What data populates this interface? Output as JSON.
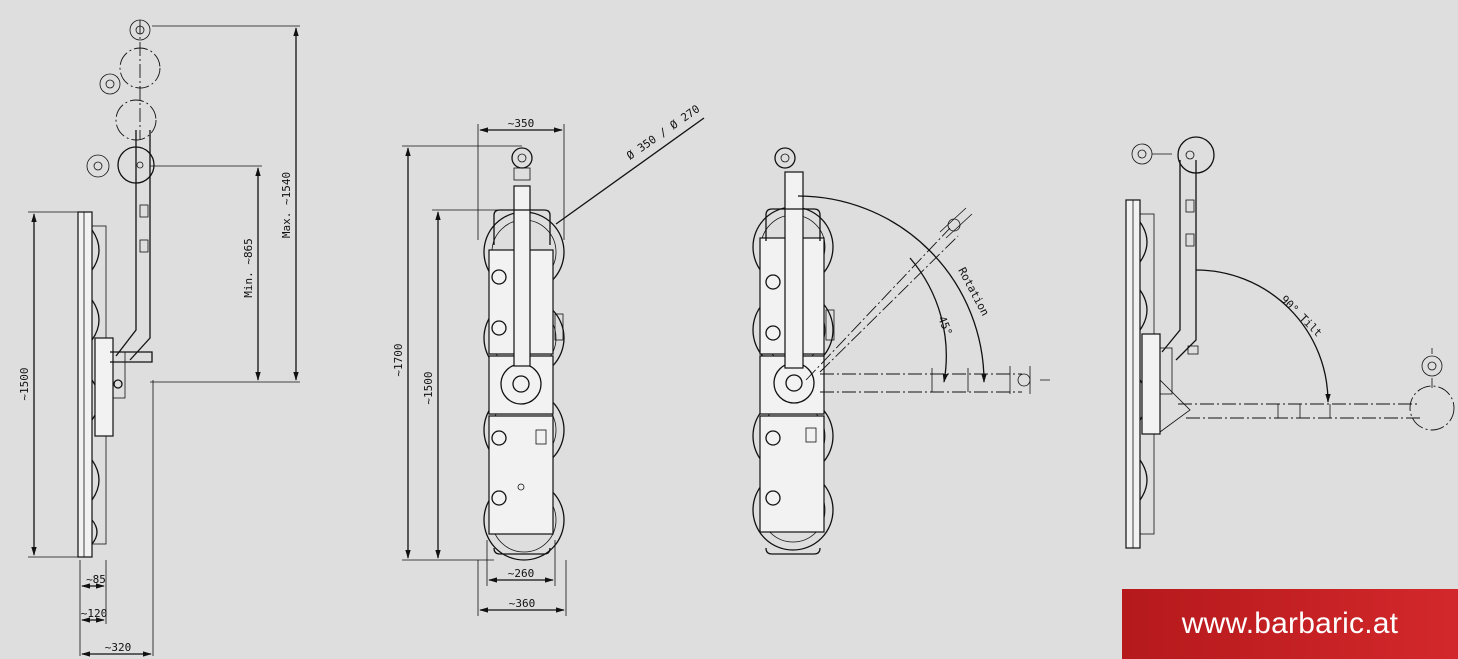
{
  "view1": {
    "max": "Max. ~1540",
    "min": "Min. ~865",
    "height": "~1500",
    "w85": "~85",
    "w120": "~120",
    "w320": "~320"
  },
  "view2": {
    "w350": "~350",
    "dia": "Ø 350 / Ø 270",
    "h1700": "~1700",
    "h1500": "~1500",
    "w260": "~260",
    "w360": "~360"
  },
  "view3": {
    "rotation": "Rotation",
    "angle": "45°"
  },
  "view4": {
    "tilt": "90° Tilt"
  },
  "brand": {
    "url": "www.barbaric.at"
  },
  "colors": {
    "background": "#dedede",
    "brand_red": "#c8202b",
    "line": "#111111"
  }
}
